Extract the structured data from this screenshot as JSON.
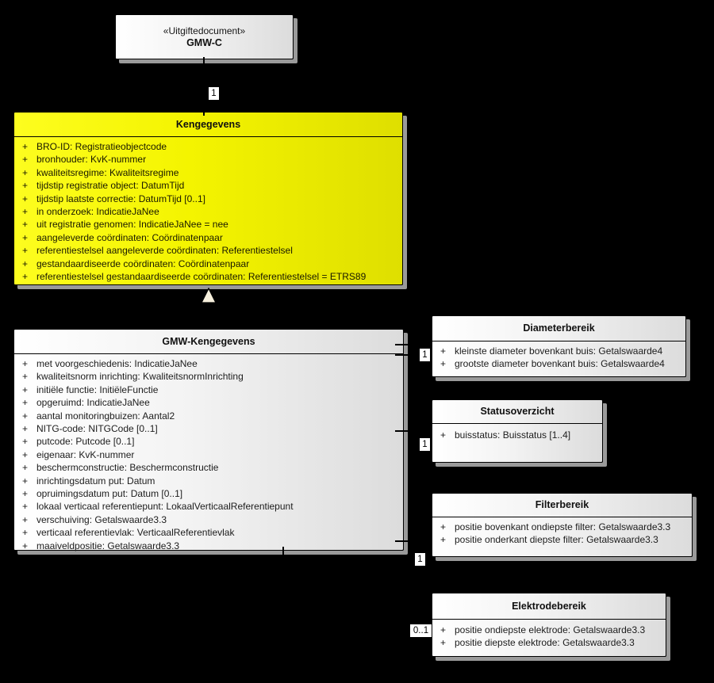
{
  "labels": {
    "visibility_public": "+"
  },
  "colors": {
    "background": "#000000",
    "class_fill_left": "#ffffff",
    "class_fill_right": "#dcdcdc",
    "kengegevens_fill_left": "#fdfd1f",
    "kengegevens_fill_right": "#dfdf00",
    "shadow": "#9a9a9a",
    "line": "#000000",
    "multiplicity_label_background": "#ffffff"
  },
  "boxes": {
    "gmwc": {
      "stereotype": "«Uitgiftedocument»",
      "name": "GMW-C"
    },
    "kengegevens": {
      "name": "Kengegevens",
      "attributes": [
        "BRO-ID: Registratieobjectcode",
        "bronhouder: KvK-nummer",
        "kwaliteitsregime: Kwaliteitsregime",
        "tijdstip registratie object: DatumTijd",
        "tijdstip laatste correctie: DatumTijd [0..1]",
        "in onderzoek: IndicatieJaNee",
        "uit registratie genomen: IndicatieJaNee = nee",
        "aangeleverde coördinaten: Coördinatenpaar",
        "referentiestelsel aangeleverde coördinaten: Referentiestelsel",
        "gestandaardiseerde coördinaten: Coördinatenpaar",
        "referentiestelsel gestandaardiseerde coördinaten: Referentiestelsel = ETRS89"
      ]
    },
    "gmw_kengegevens": {
      "name": "GMW-Kengegevens",
      "attributes": [
        "met voorgeschiedenis: IndicatieJaNee",
        "kwaliteitsnorm inrichting: KwaliteitsnormInrichting",
        "initiële functie: InitiëleFunctie",
        "opgeruimd: IndicatieJaNee",
        "aantal monitoringbuizen: Aantal2",
        "NITG-code: NITGCode [0..1]",
        "putcode: Putcode [0..1]",
        "eigenaar: KvK-nummer",
        "beschermconstructie: Beschermconstructie",
        "inrichtingsdatum put: Datum",
        "opruimingsdatum put: Datum [0..1]",
        "lokaal verticaal referentiepunt: LokaalVerticaalReferentiepunt",
        "verschuiving: Getalswaarde3.3",
        "verticaal referentievlak: VerticaalReferentievlak",
        "maaiveldpositie: Getalswaarde3.3"
      ]
    },
    "diameterbereik": {
      "name": "Diameterbereik",
      "multiplicity": "1",
      "attributes": [
        "kleinste diameter bovenkant buis: Getalswaarde4",
        "grootste diameter bovenkant buis: Getalswaarde4"
      ]
    },
    "statusoverzicht": {
      "name": "Statusoverzicht",
      "multiplicity": "1",
      "attributes": [
        "buisstatus: Buisstatus [1..4]"
      ]
    },
    "filterbereik": {
      "name": "Filterbereik",
      "multiplicity": "1",
      "attributes": [
        "positie bovenkant ondiepste filter: Getalswaarde3.3",
        "positie onderkant diepste filter: Getalswaarde3.3"
      ]
    },
    "elektrodebereik": {
      "name": "Elektrodebereik",
      "multiplicity": "0..1",
      "attributes": [
        "positie ondiepste elektrode: Getalswaarde3.3",
        "positie diepste elektrode: Getalswaarde3.3"
      ]
    }
  },
  "connectors": {
    "document_link": {
      "multiplicity": "1"
    }
  }
}
